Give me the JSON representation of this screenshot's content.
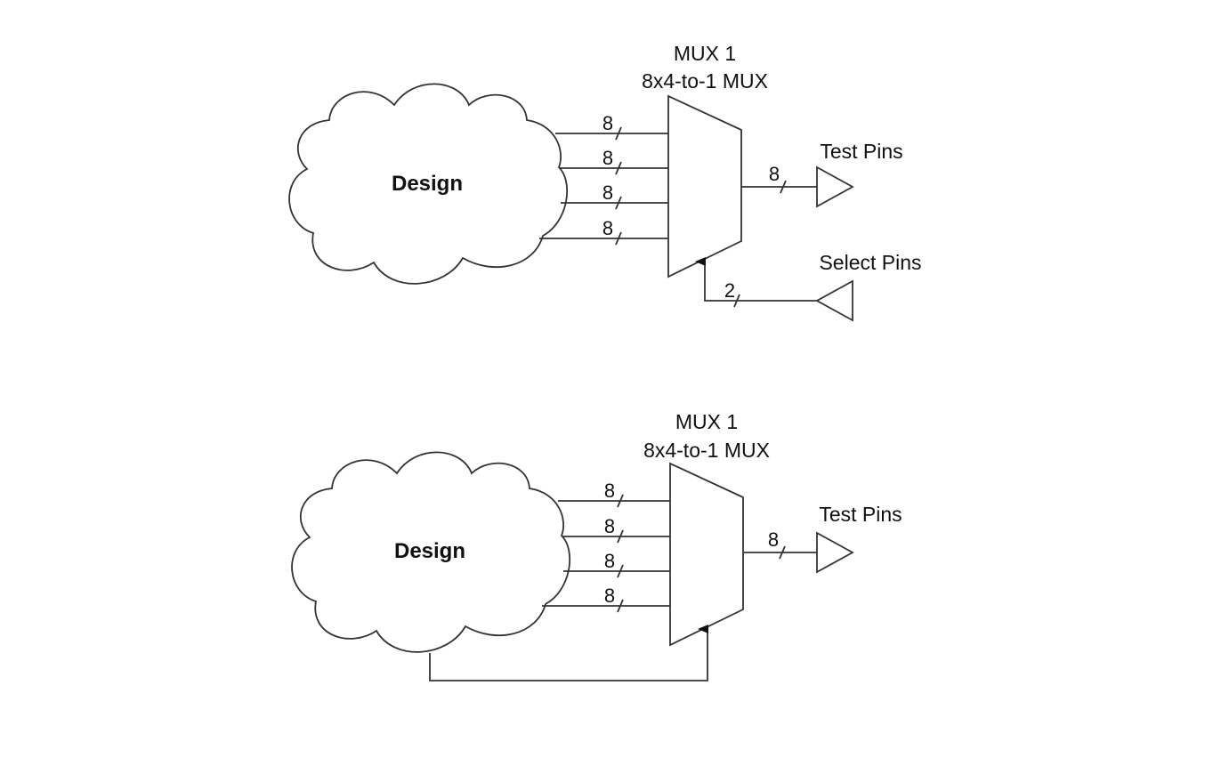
{
  "diagrams": [
    {
      "id": "top",
      "cloud_label": "Design",
      "mux_title": "MUX 1",
      "mux_subtitle": "8x4-to-1 MUX",
      "input_widths": [
        "8",
        "8",
        "8",
        "8"
      ],
      "output_width": "8",
      "output_label": "Test Pins",
      "select_width": "2",
      "select_label": "Select Pins"
    },
    {
      "id": "bottom",
      "cloud_label": "Design",
      "mux_title": "MUX 1",
      "mux_subtitle": "8x4-to-1 MUX",
      "input_widths": [
        "8",
        "8",
        "8",
        "8"
      ],
      "output_width": "8",
      "output_label": "Test Pins"
    }
  ]
}
